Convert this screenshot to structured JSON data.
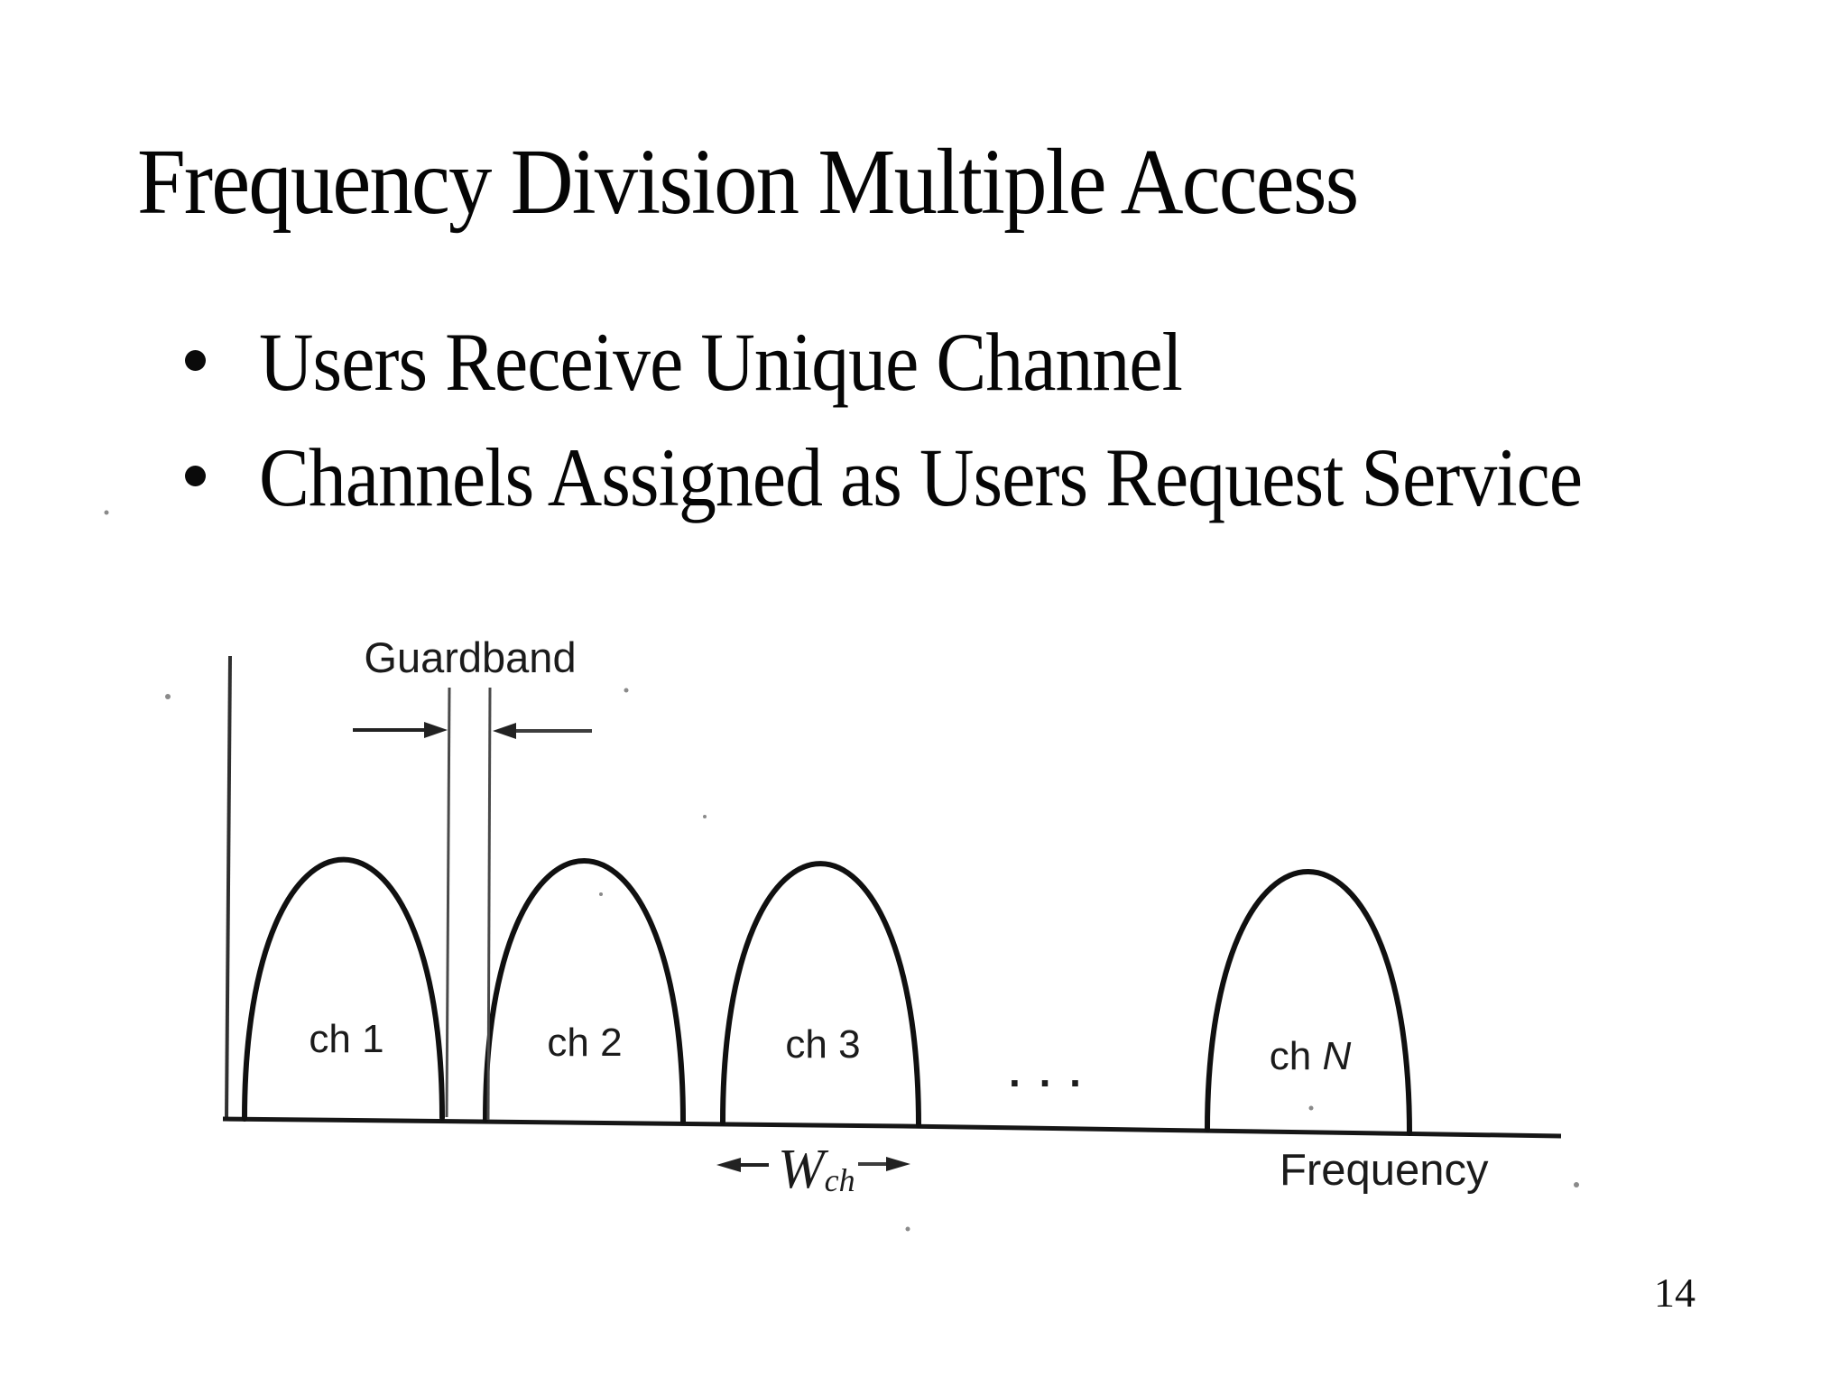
{
  "slide": {
    "title": "Frequency Division Multiple Access",
    "bullets": [
      {
        "label": "Users Receive Unique Channel"
      },
      {
        "label": "Channels Assigned as Users Request Service"
      }
    ],
    "page_number": "14"
  },
  "figure": {
    "guardband_label": "Guardband",
    "channels": [
      {
        "label": "ch 1"
      },
      {
        "label": "ch 2"
      },
      {
        "label": "ch 3"
      }
    ],
    "channel_n": {
      "prefix": "ch ",
      "symbol": "N"
    },
    "ellipsis": ". . .",
    "bandwidth": {
      "symbol": "W",
      "subscript": "ch"
    },
    "axis_label": "Frequency",
    "ink_color": "#1b1b1b"
  }
}
